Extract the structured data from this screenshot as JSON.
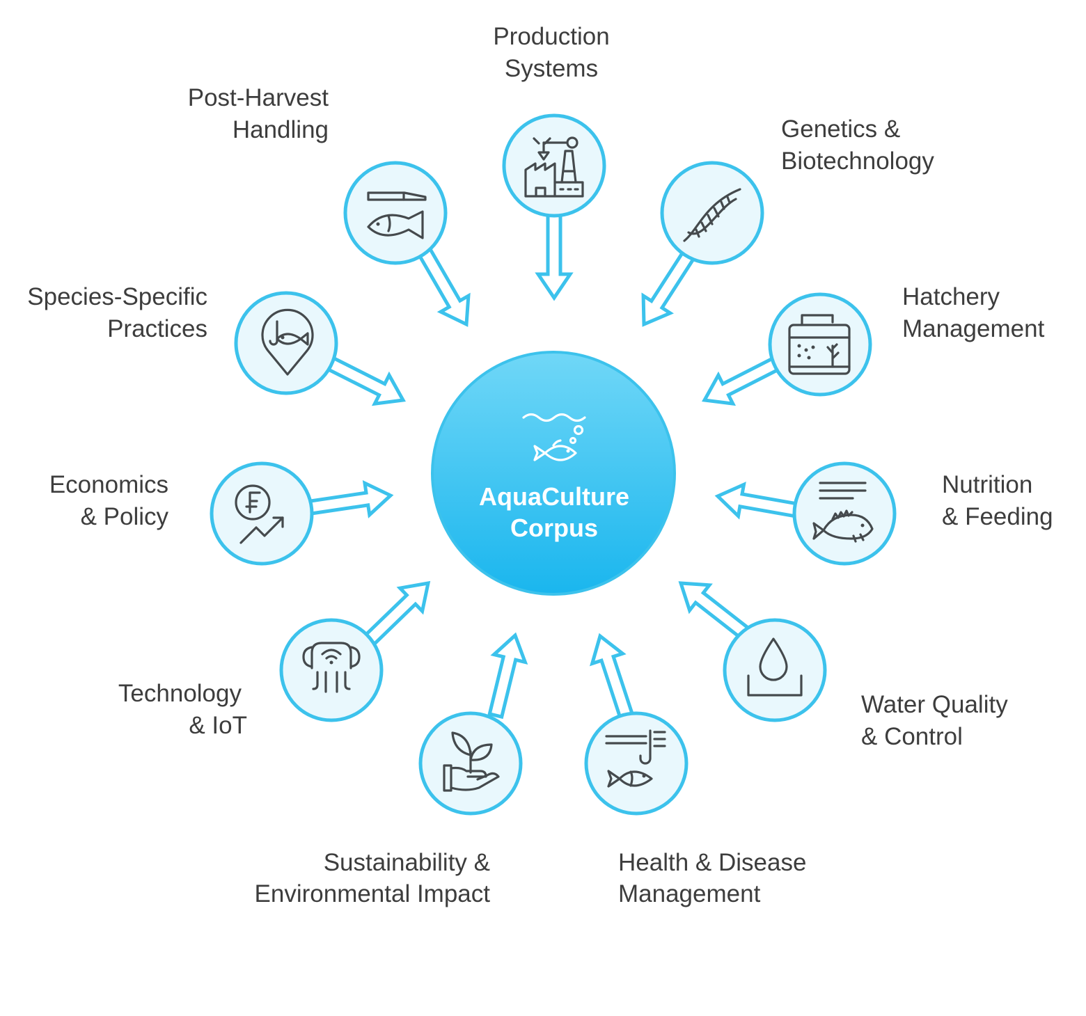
{
  "center": {
    "title_line1": "AquaCulture",
    "title_line2": "Corpus",
    "icon": "fish-in-water-icon"
  },
  "colors": {
    "accent": "#3cc2ec",
    "node_fill": "#e9f8fd",
    "center_top": "#6fd6f6",
    "center_bottom": "#1cb8ee",
    "text": "#3d3d3d",
    "icon": "#454a4d"
  },
  "nodes": [
    {
      "id": "production",
      "line1": "Production",
      "line2": "Systems",
      "icon": "factory-icon"
    },
    {
      "id": "genetics",
      "line1": "Genetics &",
      "line2": "Biotechnology",
      "icon": "dna-icon"
    },
    {
      "id": "hatchery",
      "line1": "Hatchery",
      "line2": "Management",
      "icon": "aquarium-tank-icon"
    },
    {
      "id": "nutrition",
      "line1": "Nutrition",
      "line2": "& Feeding",
      "icon": "fish-feed-icon"
    },
    {
      "id": "water",
      "line1": "Water Quality",
      "line2": "& Control",
      "icon": "water-drop-icon"
    },
    {
      "id": "health",
      "line1": "Health & Disease",
      "line2": "Management",
      "icon": "fish-hook-icon"
    },
    {
      "id": "sustainability",
      "line1": "Sustainability &",
      "line2": "Environmental Impact",
      "icon": "plant-hand-icon"
    },
    {
      "id": "technology",
      "line1": "Technology",
      "line2": "& IoT",
      "icon": "iot-sensor-icon"
    },
    {
      "id": "economics",
      "line1": "Economics",
      "line2": "& Policy",
      "icon": "currency-growth-icon"
    },
    {
      "id": "species",
      "line1": "Species-Specific",
      "line2": "Practices",
      "icon": "fish-location-pin-icon"
    },
    {
      "id": "postharvest",
      "line1": "Post-Harvest",
      "line2": "Handling",
      "icon": "knife-fish-icon"
    }
  ]
}
